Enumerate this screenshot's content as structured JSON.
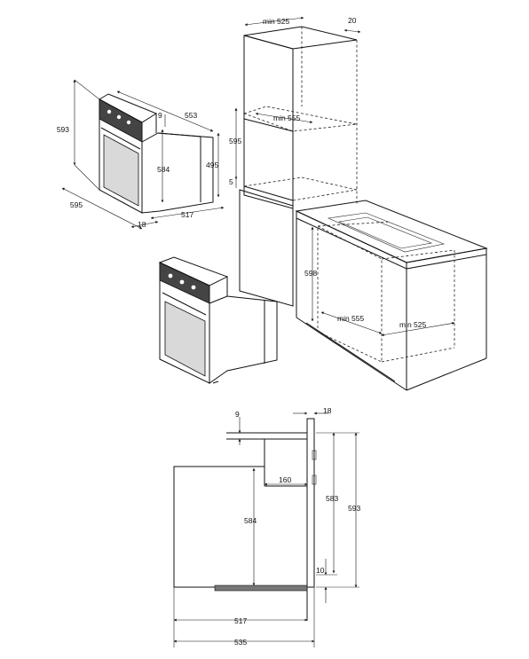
{
  "oven_iso": {
    "height": "593",
    "width": "595",
    "depth": "553",
    "inner_height": "584",
    "body_height": "495",
    "door_offset": "9",
    "body_depth": "517",
    "front_thickness": "18"
  },
  "column": {
    "min_width": "min 525",
    "side_gap": "20",
    "min_depth": "min 555",
    "niche_height": "595",
    "base_gap": "5"
  },
  "counter": {
    "niche_height": "598",
    "min_depth": "min 555",
    "min_width": "min 525"
  },
  "section": {
    "top_offset": "9",
    "front_thickness": "18",
    "vent_depth": "160",
    "body_height": "584",
    "cutout_height": "583",
    "total_height": "593",
    "bottom_gap": "10",
    "body_depth": "517",
    "total_depth": "535"
  }
}
